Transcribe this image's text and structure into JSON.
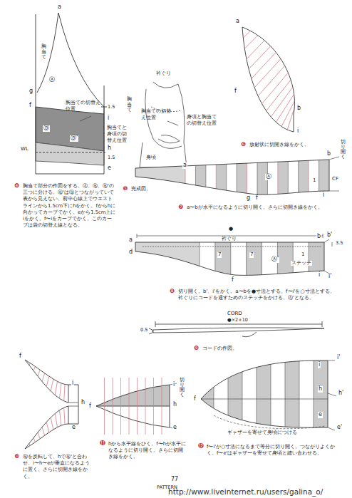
{
  "diagram": {
    "labels": [
      "a",
      "胸当て",
      "g",
      "f",
      "Ⓐ",
      "Ⓑ",
      "胸当ての切替え位置",
      "Ⓑ'",
      "1.5",
      "i",
      "胸当てと身頃の切替え位置",
      "WL",
      "h",
      "1.5",
      "e",
      "❹",
      "胸当て部分の作図をする。Ⓐ、Ⓑ、Ⓑ'の三つに分ける。Ⓑ'はⒷとつながっていて表から見えない。前中心線上でウエストラインから1.5cm下にhをかく。fからhに向かってカーブでかく。eから1.5cm上にiをかく。f〜iをカーブでかく。このカーブは袋の切替え線となる。",
      "衿ぐり",
      "胸当て",
      "胸当ての切替え位置",
      "身頃と胸当ての切替え位置",
      "身頃",
      "❺",
      "完成図。",
      "a",
      "b",
      "f",
      "i",
      "❻",
      "放射状に切開き線をかく。",
      "a",
      "b",
      "切り開く",
      "Ⓐ",
      "1",
      "CF",
      "g",
      "f",
      "i",
      "❼",
      "a〜bが水平になるように切り開く。さらに切開き線をかく。",
      "●",
      "衿ぐり",
      "a",
      "d",
      "b",
      "b'",
      "3.5",
      "7",
      "7",
      "Ⓐ'",
      "1",
      "ステッチ",
      "i",
      "i'",
      "f",
      "❽",
      "切り開く。b'、i'をかく。a〜bを●寸法とする。f〜i'を○寸法とする。衿ぐりにコードを通すためのステッチをかける。Ⓐ'となる。",
      "CORD",
      "●×2+10",
      "0.5",
      "❾",
      "コードの作図。",
      "f",
      "i",
      "h",
      "e",
      "❿",
      "Ⓑを反転して、hでⒷ'と合わせ、i〜h〜eが垂直になるように置く。さらに切開き線をかく。",
      "f",
      "切り開く",
      "i",
      "h",
      "e",
      "⓫",
      "hから水平線をひく。f〜hが水平になるように切り開く。さらに切開き線をかく。",
      "i'",
      "i",
      "h",
      "h'",
      "e",
      "e'",
      "f",
      "ギャザーを寄せて身頃につける",
      "⓬",
      "f〜i'が○寸法になるまで等分に切り開く。つながりよくかく。f〜e'はギャザーを寄せて身頃と縫い合わせる。",
      "77",
      "PATTERN",
      "http://www.liveinternet.ru/users/galina_o/"
    ]
  }
}
